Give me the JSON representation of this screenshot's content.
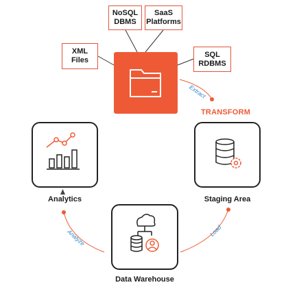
{
  "sources": [
    {
      "id": "nosql",
      "label": "NoSQL\nDBMS"
    },
    {
      "id": "saas",
      "label": "SaaS\nPlatforms"
    },
    {
      "id": "xml",
      "label": "XML\nFiles"
    },
    {
      "id": "sql",
      "label": "SQL\nRDBMS"
    }
  ],
  "steps": {
    "extract": "Extract",
    "transform": "TRANSFORM",
    "load": "Load",
    "analyze": "Analyze"
  },
  "nodes": {
    "analytics": "Analytics",
    "staging": "Staging Area",
    "warehouse": "Data Warehouse"
  },
  "icons": {
    "hub": "folder-icon",
    "analytics": "bar-chart-icon",
    "staging": "database-gear-icon",
    "warehouse": "cloud-database-user-icon"
  },
  "colors": {
    "accent": "#ee5a36",
    "step_text": "#2a86c8",
    "outline": "#222222"
  }
}
